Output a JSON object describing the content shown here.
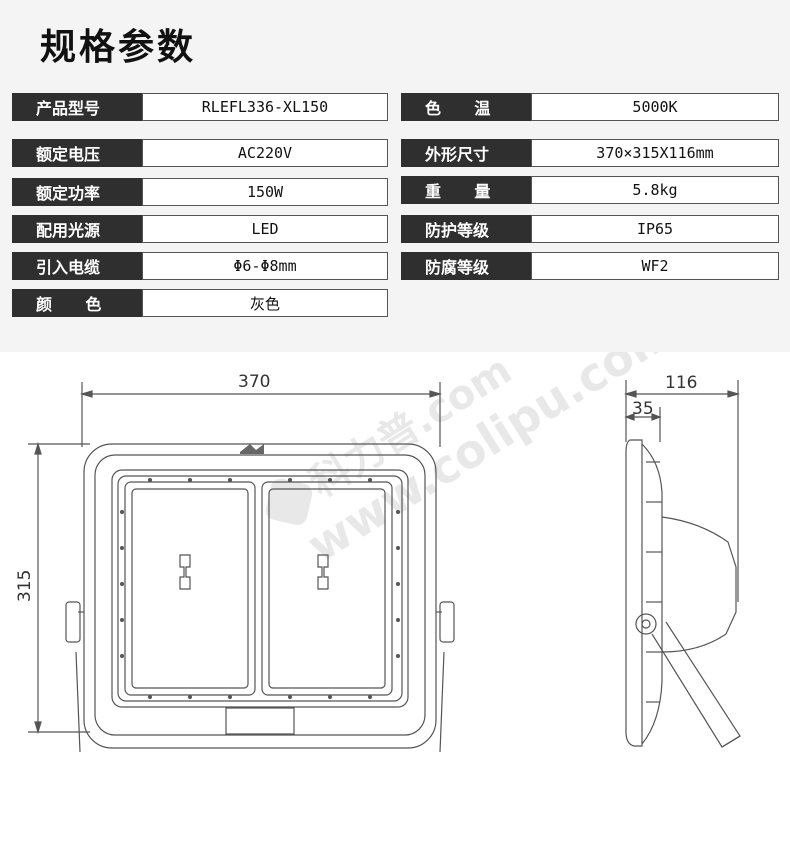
{
  "page_title": "规格参数",
  "specs_left": [
    {
      "label": "产品型号",
      "value": "RLEFL336-XL150"
    },
    {
      "label": "额定电压",
      "value": "AC220V"
    },
    {
      "label": "额定功率",
      "value": "150W"
    },
    {
      "label": "配用光源",
      "value": "LED"
    },
    {
      "label": "引入电缆",
      "value": "Φ6-Φ8mm"
    },
    {
      "label": "颜      色",
      "value": "灰色"
    }
  ],
  "specs_right": [
    {
      "label": "色      温",
      "value": "5000K"
    },
    {
      "label": "外形尺寸",
      "value": "370×315X116mm"
    },
    {
      "label": "重      量",
      "value": "5.8kg"
    },
    {
      "label": "防护等级",
      "value": "IP65"
    },
    {
      "label": "防腐等级",
      "value": "WF2"
    }
  ],
  "drawing": {
    "width_dim": "370",
    "height_dim": "315",
    "depth_dim": "116",
    "depth_small_dim": "35"
  },
  "watermark": {
    "brand": "科力普",
    "domain": ".com",
    "url": "www.colipu.com"
  }
}
